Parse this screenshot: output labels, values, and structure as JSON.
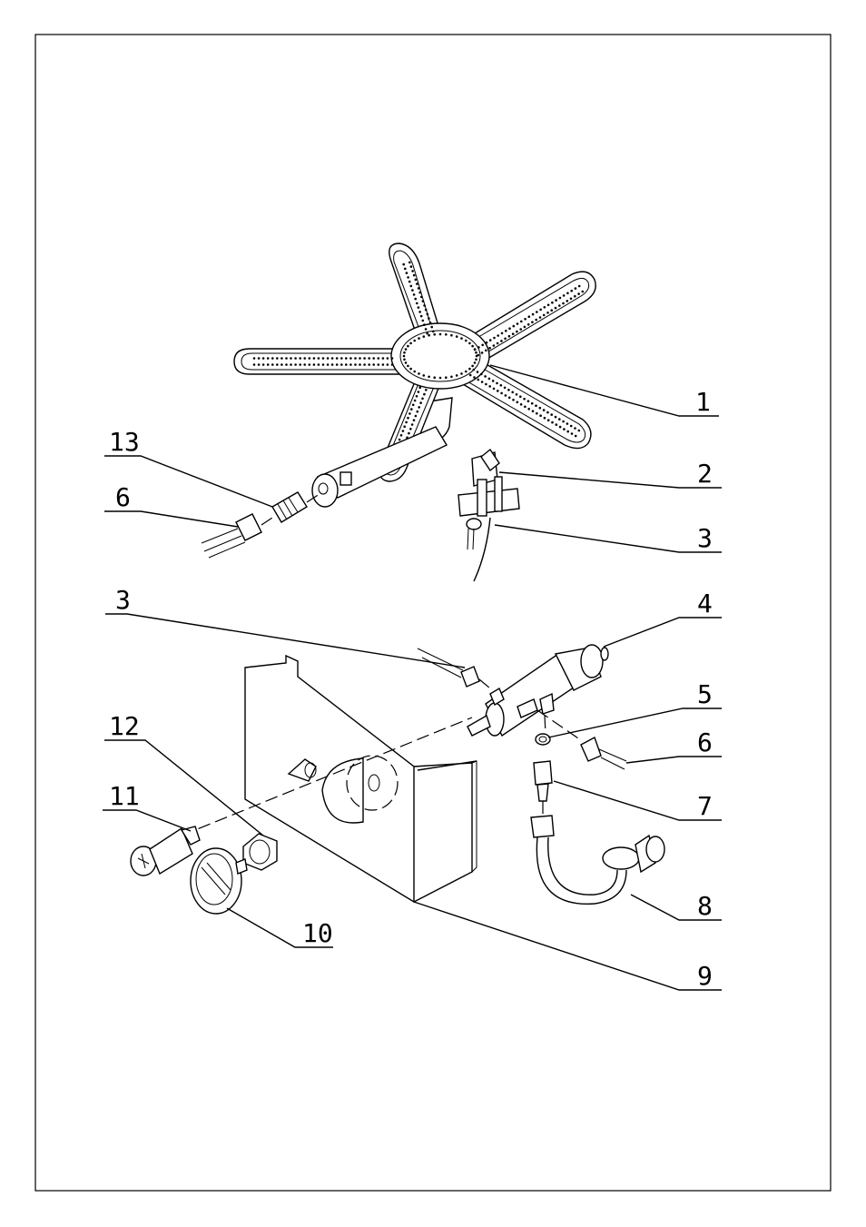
{
  "diagram": {
    "callouts": [
      {
        "id": "1",
        "label": "1"
      },
      {
        "id": "2",
        "label": "2"
      },
      {
        "id": "3a",
        "label": "3"
      },
      {
        "id": "3b",
        "label": "3"
      },
      {
        "id": "4",
        "label": "4"
      },
      {
        "id": "5",
        "label": "5"
      },
      {
        "id": "6a",
        "label": "6"
      },
      {
        "id": "6b",
        "label": "6"
      },
      {
        "id": "7",
        "label": "7"
      },
      {
        "id": "8",
        "label": "8"
      },
      {
        "id": "9",
        "label": "9"
      },
      {
        "id": "10",
        "label": "10"
      },
      {
        "id": "11",
        "label": "11"
      },
      {
        "id": "12",
        "label": "12"
      },
      {
        "id": "13",
        "label": "13"
      }
    ]
  }
}
